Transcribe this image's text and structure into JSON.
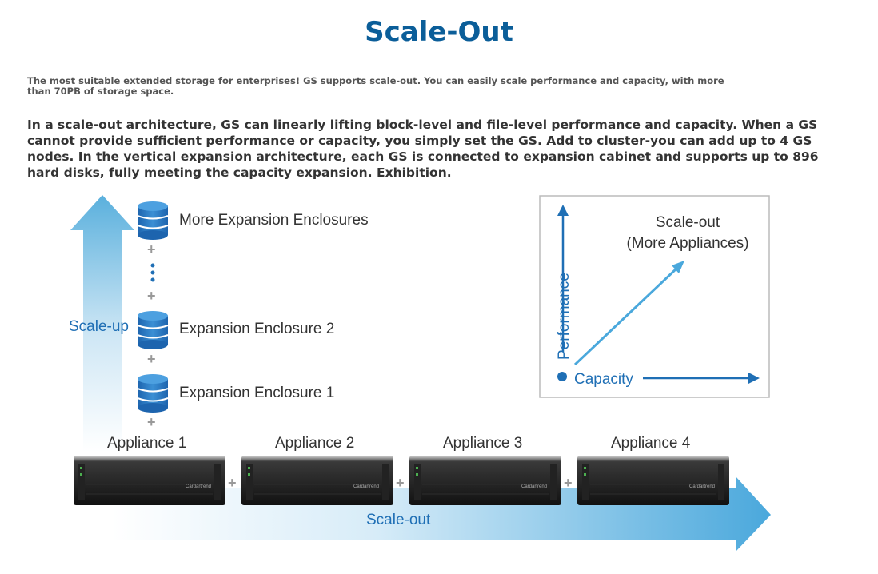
{
  "title": "Scale-Out",
  "intro": "The most suitable extended storage for enterprises! GS supports scale-out. You can easily scale performance and capacity, with more than 70PB of storage space.",
  "description": "In a scale-out architecture, GS can linearly lifting block-level and file-level performance and capacity. When a GS cannot provide sufficient performance or capacity, you simply set the GS. Add to cluster-you can add up to 4 GS nodes. In the vertical expansion architecture, each GS is connected to expansion cabinet and supports up to 896 hard disks, fully meeting the capacity expansion. Exhibition.",
  "diagram": {
    "scale_up_label": "Scale-up",
    "scale_out_label": "Scale-out",
    "plus": "+",
    "enclosures": [
      "More Expansion Enclosures",
      "Expansion Enclosure 2",
      "Expansion Enclosure 1"
    ],
    "appliances": [
      "Appliance 1",
      "Appliance 2",
      "Appliance 3",
      "Appliance 4"
    ],
    "brand": "Cardartrend",
    "inset": {
      "y_label": "Performance",
      "x_label": "Capacity",
      "line1": "Scale-out",
      "line2": "(More Appliances)"
    }
  },
  "colors": {
    "title": "#0b5e99",
    "accent": "#1f6fb5",
    "arrow": "#5ab0dd"
  }
}
